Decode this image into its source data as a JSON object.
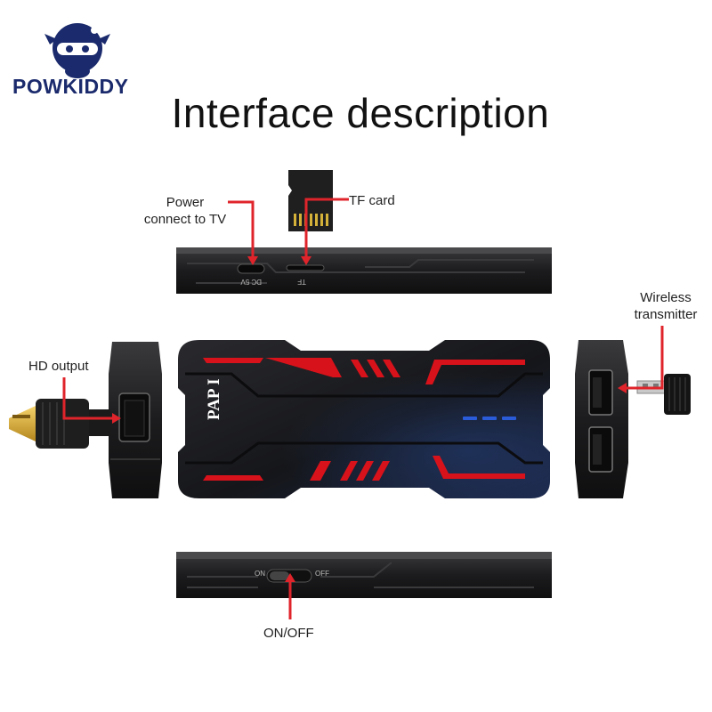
{
  "brand": {
    "name": "POWKIDDY"
  },
  "page": {
    "title": "Interface description"
  },
  "device": {
    "name": "PAP I",
    "top_port_labels": {
      "dc": "DC 5V",
      "tf": "TF"
    },
    "switch_labels": {
      "on": "ON",
      "off": "OFF"
    }
  },
  "callouts": {
    "power": [
      "Power",
      "connect to TV"
    ],
    "tf_card": "TF card",
    "hd_output": "HD output",
    "wireless": [
      "Wireless",
      "transmitter"
    ],
    "on_off": "ON/OFF"
  },
  "colors": {
    "callout_line": "#e0242b",
    "device_body": "#1c1c1e",
    "accent_red": "#d8121a",
    "led_blue": "#2a5bd8",
    "brand_navy": "#1a2a6c"
  }
}
